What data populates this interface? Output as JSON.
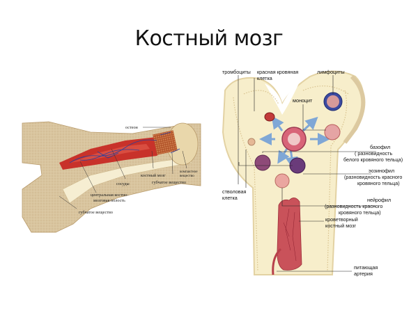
{
  "slide": {
    "title": "Костный мозг"
  },
  "left_figure": {
    "description": "Продольный разрез трубчатой кости",
    "labels": {
      "osteon": "остеон",
      "compact_1": "компактное",
      "compact_2": "вещество",
      "bone_marrow": "костный мозг",
      "spongy_top": "губчатое вещество",
      "vessels": "сосуды",
      "cavity_1": "центральная костно-",
      "cavity_2": "мозговая полость",
      "spongy_bottom": "губчатое вещество"
    }
  },
  "right_figure": {
    "description": "Кроветворение в красном костном мозге",
    "labels": {
      "platelets": "тромбоциты",
      "rbc_1": "красная кровяная",
      "rbc_2": "клетка",
      "lymphocytes": "лимфоциты",
      "monocyte": "моноцит",
      "basophil_1": "базофил",
      "basophil_2": "( разновидность",
      "basophil_3": "белого кровяного тельца)",
      "eosinophil_1": "эозинофил",
      "eosinophil_2": "(разновидность красного",
      "eosinophil_3": "кровяного тельца)",
      "stem_1": "стволовая",
      "stem_2": "клетка",
      "neutrophil_1": "нейрофил",
      "neutrophil_2": "(разновидность красного",
      "neutrophil_3": "кровяного тельца)",
      "hemato_1": "кроветворный",
      "hemato_2": "костный мозг",
      "artery_1": "питающая",
      "artery_2": "артерия"
    }
  },
  "colors": {
    "bone": "#d8c19a",
    "bone_light": "#f4ecc9",
    "marrow_red": "#c8322a",
    "vessel_blue": "#2b3f9c",
    "arrow_blue": "#7fa7d6"
  }
}
